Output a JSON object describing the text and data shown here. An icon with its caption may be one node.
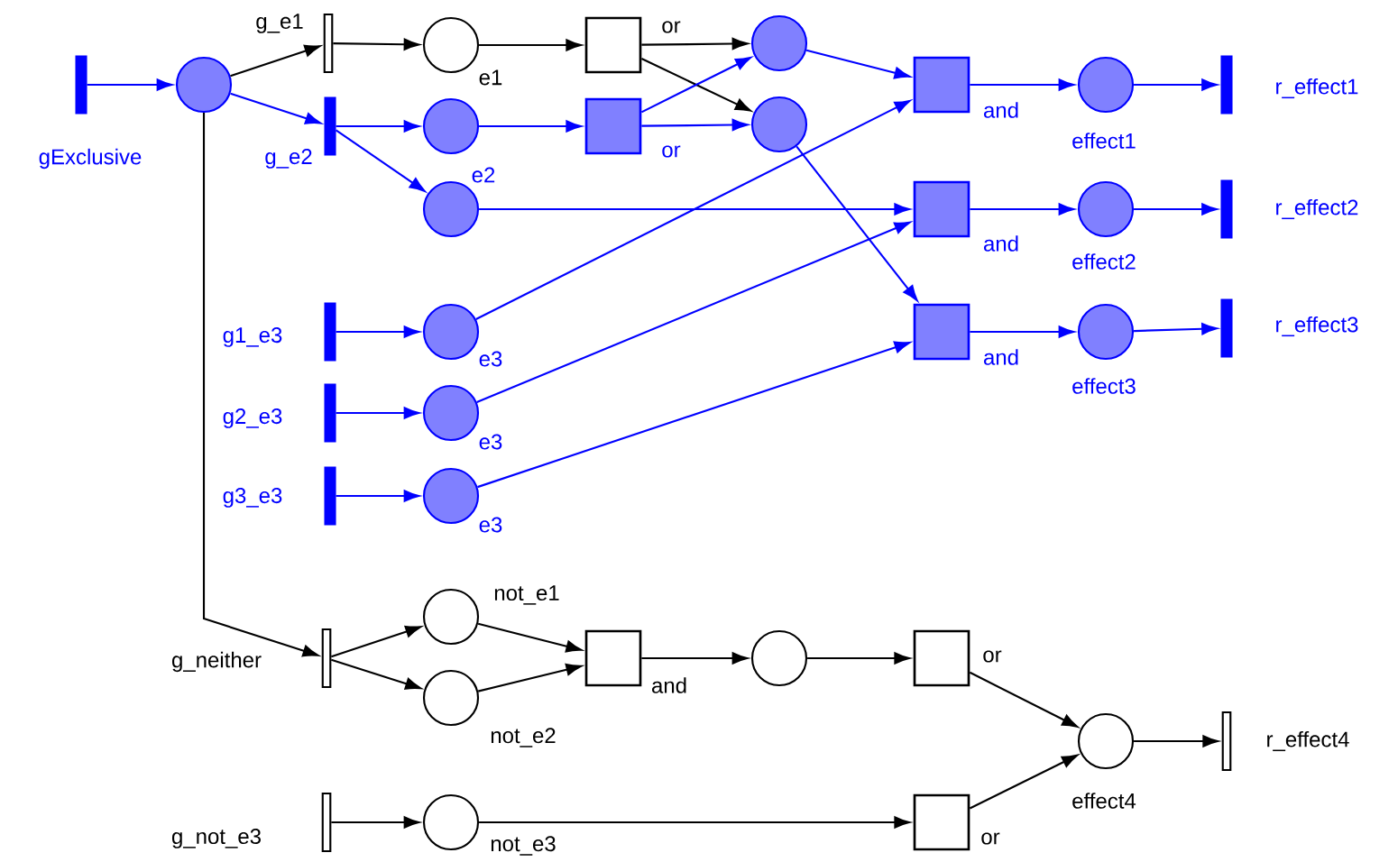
{
  "diagram": {
    "nodes": [
      {
        "text": [],
        "shape": "bar",
        "beside": [
          "gExclusive"
        ]
      },
      {
        "text": [],
        "shape": "circle"
      },
      {
        "text": [],
        "shape": "bar",
        "beside": [
          "g_e1"
        ]
      },
      {
        "text": [],
        "shape": "bar",
        "beside": [
          "g_e2"
        ]
      },
      {
        "text": [],
        "shape": "circle",
        "beside": [
          "e1"
        ]
      },
      {
        "text": [],
        "shape": "circle"
      },
      {
        "text": [],
        "shape": "circle",
        "beside": [
          "e2"
        ]
      },
      {
        "text": [],
        "shape": "box",
        "beside": [
          "or"
        ]
      },
      {
        "text": [],
        "shape": "box",
        "beside": [
          "or"
        ]
      },
      {
        "text": [],
        "shape": "circle"
      },
      {
        "text": [],
        "shape": "circle"
      },
      {
        "text": [],
        "shape": "box",
        "beside": [
          "and"
        ]
      },
      {
        "text": [],
        "shape": "circle",
        "beside": [
          "effect1"
        ]
      },
      {
        "text": [],
        "shape": "bar",
        "beside": [
          "r_effect1"
        ]
      },
      {
        "text": [],
        "shape": "bar",
        "beside": [
          "g1_e3"
        ]
      },
      {
        "text": [],
        "shape": "circle",
        "beside": [
          "e3"
        ]
      },
      {
        "text": [],
        "shape": "bar",
        "beside": [
          "g2_e3"
        ]
      },
      {
        "text": [],
        "shape": "circle",
        "beside": [
          "e3"
        ]
      },
      {
        "text": [],
        "shape": "bar",
        "beside": [
          "g3_e3"
        ]
      },
      {
        "text": [],
        "shape": "circle",
        "beside": [
          "e3"
        ]
      },
      {
        "text": [],
        "shape": "box",
        "beside": [
          "and"
        ]
      },
      {
        "text": [],
        "shape": "circle",
        "beside": [
          "effect2"
        ]
      },
      {
        "text": [],
        "shape": "bar",
        "beside": [
          "r_effect2"
        ]
      },
      {
        "text": [],
        "shape": "box",
        "beside": [
          "and"
        ]
      },
      {
        "text": [],
        "shape": "circle",
        "beside": [
          "effect3"
        ]
      },
      {
        "text": [],
        "shape": "bar",
        "beside": [
          "r_effect3"
        ]
      },
      {
        "text": [],
        "shape": "bar",
        "beside": [
          "g_neither"
        ]
      },
      {
        "text": [],
        "shape": "circle",
        "beside": [
          "not_e1"
        ]
      },
      {
        "text": [],
        "shape": "circle",
        "beside": [
          "not_e2"
        ]
      },
      {
        "text": [],
        "shape": "box",
        "beside": [
          "and"
        ]
      },
      {
        "text": [],
        "shape": "circle"
      },
      {
        "text": [],
        "shape": "box",
        "beside": [
          "or"
        ]
      },
      {
        "text": [],
        "shape": "bar",
        "beside": [
          "g_not_e3"
        ]
      },
      {
        "text": [],
        "shape": "circle",
        "beside": [
          "not_e3"
        ]
      },
      {
        "text": [],
        "shape": "box",
        "beside": [
          "or"
        ]
      },
      {
        "text": [],
        "shape": "circle",
        "beside": [
          "effect4"
        ]
      },
      {
        "text": [],
        "shape": "bar",
        "beside": [
          "r_effect4"
        ]
      }
    ],
    "edges": [
      {
        "from": 0,
        "to": 1,
        "arrow": "to"
      },
      {
        "from": 1,
        "to": 2,
        "arrow": "to",
        "color": "#000000"
      },
      {
        "from": 1,
        "to": 3,
        "arrow": "to"
      },
      {
        "from": 1,
        "to": 26,
        "arrow": "to",
        "color": "#000000"
      },
      {
        "from": 2,
        "to": 4,
        "arrow": "to",
        "color": "#000000"
      },
      {
        "from": 3,
        "to": 5,
        "arrow": "to"
      },
      {
        "from": 3,
        "to": 6,
        "arrow": "to"
      },
      {
        "from": 4,
        "to": 7,
        "arrow": "to",
        "color": "#000000"
      },
      {
        "from": 5,
        "to": 8,
        "arrow": "to"
      },
      {
        "from": 7,
        "to": 9,
        "arrow": "to",
        "color": "#000000"
      },
      {
        "from": 7,
        "to": 10,
        "arrow": "to",
        "color": "#000000"
      },
      {
        "from": 8,
        "to": 9,
        "arrow": "to"
      },
      {
        "from": 8,
        "to": 10,
        "arrow": "to"
      },
      {
        "from": 9,
        "to": 11,
        "arrow": "to"
      },
      {
        "from": 10,
        "to": 23,
        "arrow": "to"
      },
      {
        "from": 6,
        "to": 20,
        "arrow": "to"
      },
      {
        "from": 15,
        "to": 11,
        "arrow": "to"
      },
      {
        "from": 17,
        "to": 20,
        "arrow": "to"
      },
      {
        "from": 19,
        "to": 23,
        "arrow": "to"
      },
      {
        "from": 14,
        "to": 15,
        "arrow": "to"
      },
      {
        "from": 16,
        "to": 17,
        "arrow": "to"
      },
      {
        "from": 18,
        "to": 19,
        "arrow": "to"
      },
      {
        "from": 11,
        "to": 12,
        "arrow": "to"
      },
      {
        "from": 12,
        "to": 13,
        "arrow": "to"
      },
      {
        "from": 20,
        "to": 21,
        "arrow": "to"
      },
      {
        "from": 21,
        "to": 22,
        "arrow": "to"
      },
      {
        "from": 23,
        "to": 24,
        "arrow": "to"
      },
      {
        "from": 24,
        "to": 25,
        "arrow": "to"
      },
      {
        "from": 26,
        "to": 27,
        "arrow": "to",
        "color": "#000000"
      },
      {
        "from": 26,
        "to": 28,
        "arrow": "to",
        "color": "#000000"
      },
      {
        "from": 27,
        "to": 29,
        "arrow": "to",
        "color": "#000000"
      },
      {
        "from": 28,
        "to": 29,
        "arrow": "to",
        "color": "#000000"
      },
      {
        "from": 29,
        "to": 30,
        "arrow": "to",
        "color": "#000000"
      },
      {
        "from": 30,
        "to": 31,
        "arrow": "to",
        "color": "#000000"
      },
      {
        "from": 31,
        "to": 35,
        "arrow": "to",
        "color": "#000000"
      },
      {
        "from": 32,
        "to": 33,
        "arrow": "to",
        "color": "#000000"
      },
      {
        "from": 33,
        "to": 34,
        "arrow": "to",
        "color": "#000000"
      },
      {
        "from": 34,
        "to": 35,
        "arrow": "to",
        "color": "#000000"
      },
      {
        "from": 35,
        "to": 36,
        "arrow": "to",
        "color": "#000000"
      }
    ]
  }
}
